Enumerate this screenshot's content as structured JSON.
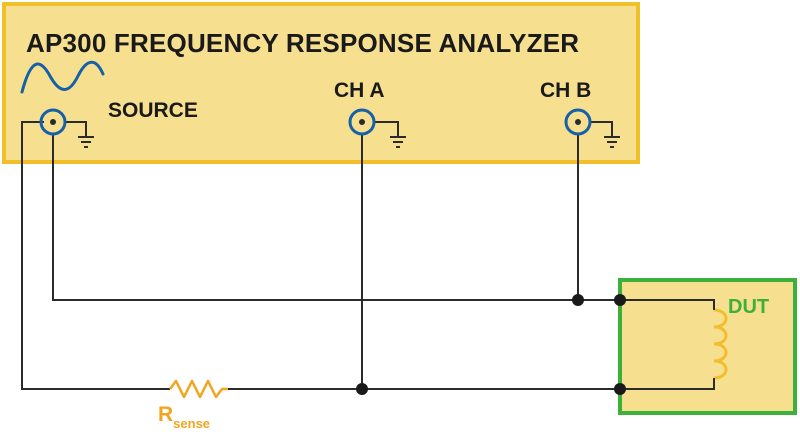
{
  "analyzer": {
    "title": "AP300 FREQUENCY RESPONSE ANALYZER",
    "source_label": "SOURCE",
    "ch_a_label": "CH A",
    "ch_b_label": "CH B"
  },
  "dut": {
    "label": "DUT"
  },
  "resistor": {
    "label_main": "R",
    "label_sub": "sense"
  },
  "colors": {
    "panel_fill": "#f6df8f",
    "panel_border": "#f0bf2a",
    "connector": "#1560a8",
    "wire": "#2b2b2b",
    "dut_border": "#3db03a",
    "dut_fill": "#f6df8f",
    "inductor": "#f0bf2a",
    "resistor": "#f2a51c"
  }
}
